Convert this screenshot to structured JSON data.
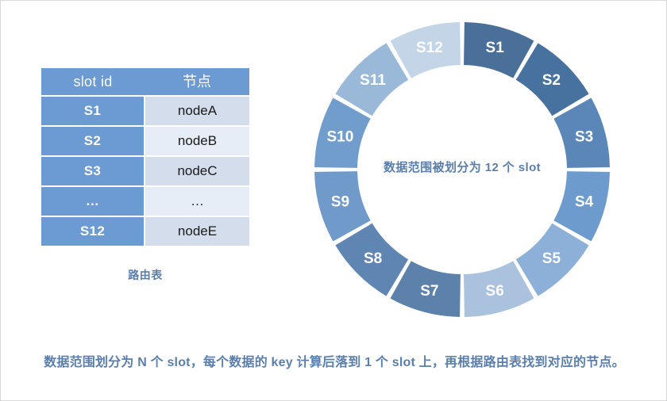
{
  "table": {
    "headers": [
      "slot id",
      "节点"
    ],
    "rows": [
      {
        "slot": "S1",
        "node": "nodeA"
      },
      {
        "slot": "S2",
        "node": "nodeB"
      },
      {
        "slot": "S3",
        "node": "nodeC"
      },
      {
        "slot": "…",
        "node": "…"
      },
      {
        "slot": "S12",
        "node": "nodeE"
      }
    ],
    "caption": "路由表"
  },
  "donut": {
    "center_text": "数据范围被划分为 12 个 slot",
    "slot_count": 12,
    "segments": [
      {
        "label": "S1",
        "color": "#4a6f99"
      },
      {
        "label": "S2",
        "color": "#47719e"
      },
      {
        "label": "S3",
        "color": "#5b87b8"
      },
      {
        "label": "S4",
        "color": "#6d9bcd"
      },
      {
        "label": "S5",
        "color": "#8db0d8"
      },
      {
        "label": "S6",
        "color": "#aac2de"
      },
      {
        "label": "S7",
        "color": "#5c81ab"
      },
      {
        "label": "S8",
        "color": "#5f86b2"
      },
      {
        "label": "S9",
        "color": "#6f9ac9"
      },
      {
        "label": "S10",
        "color": "#719dcd"
      },
      {
        "label": "S11",
        "color": "#9ab9d9"
      },
      {
        "label": "S12",
        "color": "#c4d5e8"
      }
    ]
  },
  "caption": {
    "text": "数据范围划分为 N 个 slot，每个数据的 key 计算后落到 1 个 slot 上，再根据路由表找到对应的节点。"
  },
  "colors": {
    "accent_text": "#5b7fad",
    "table_header_bg": "#6b9bd2",
    "table_left_bg": "#6b9bd2",
    "row_shade_a": "#d3ddec",
    "row_shade_b": "#e7edf6",
    "background": "#ffffff"
  }
}
